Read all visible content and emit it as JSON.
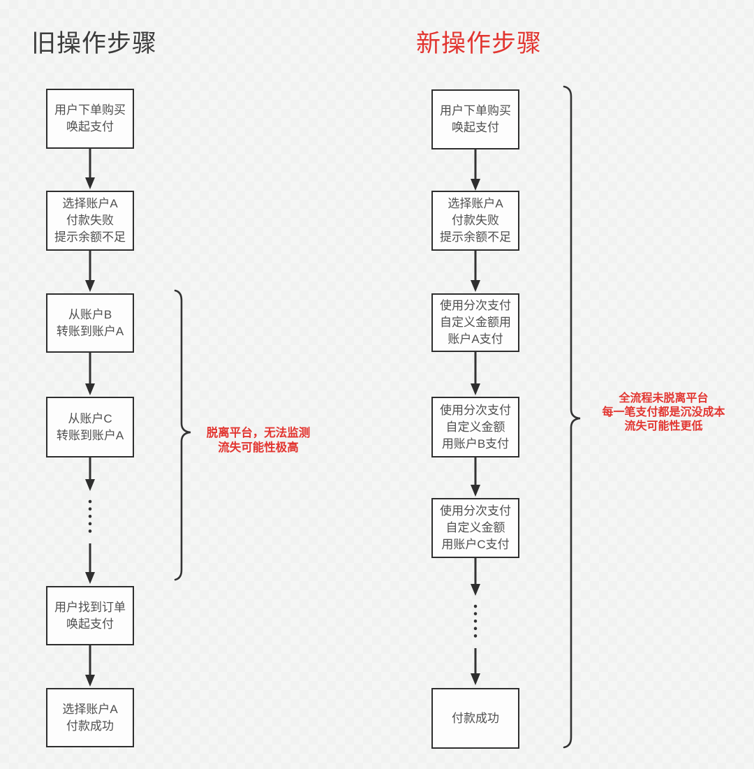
{
  "diagram": {
    "left": {
      "title": "旧操作步骤",
      "steps": [
        [
          "用户下单购买",
          "唤起支付"
        ],
        [
          "选择账户A",
          "付款失败",
          "提示余额不足"
        ],
        [
          "从账户B",
          "转账到账户A"
        ],
        [
          "从账户C",
          "转账到账户A"
        ],
        [
          "用户找到订单",
          "唤起支付"
        ],
        [
          "选择账户A",
          "付款成功"
        ]
      ],
      "annotation": [
        "脱离平台，无法监测",
        "流失可能性极高"
      ]
    },
    "right": {
      "title": "新操作步骤",
      "steps": [
        [
          "用户下单购买",
          "唤起支付"
        ],
        [
          "选择账户A",
          "付款失败",
          "提示余额不足"
        ],
        [
          "使用分次支付",
          "自定义金额用",
          "账户A支付"
        ],
        [
          "使用分次支付",
          "自定义金额",
          "用账户B支付"
        ],
        [
          "使用分次支付",
          "自定义金额",
          "用账户C支付"
        ],
        [
          "付款成功"
        ]
      ],
      "annotation": [
        "全流程未脱离平台",
        "每一笔支付都是沉没成本",
        "流失可能性更低"
      ]
    },
    "colors": {
      "accent_red": "#e23530",
      "title_dark": "#3b3b3b",
      "line_dark": "#333333",
      "background": "#f5f6f5"
    }
  }
}
